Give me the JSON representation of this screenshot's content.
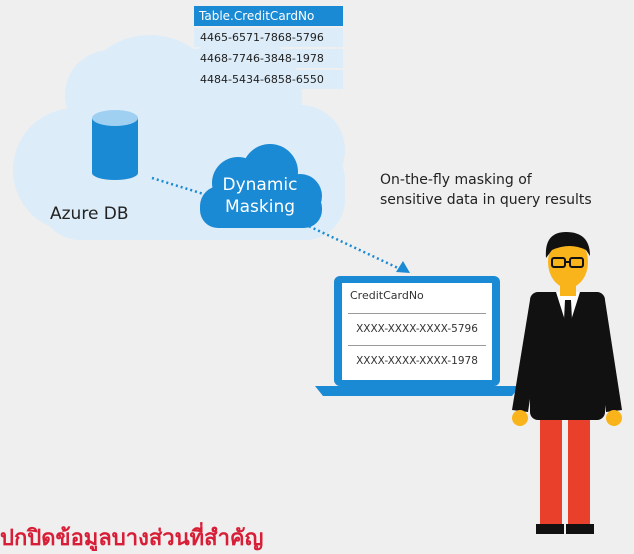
{
  "table": {
    "header": "Table.CreditCardNo",
    "rows": [
      "4465-6571-7868-5796",
      "4468-7746-3848-1978",
      "4484-5434-6858-6550"
    ]
  },
  "cloud": {
    "label": "Azure DB"
  },
  "masking": {
    "line1": "Dynamic",
    "line2": "Masking"
  },
  "note": {
    "line1": "On-the-fly masking of",
    "line2": "sensitive data in query results"
  },
  "laptop": {
    "header": "CreditCardNo",
    "rows": [
      "XXXX-XXXX-XXXX-5796",
      "XXXX-XXXX-XXXX-1978"
    ]
  },
  "title": "ปกปิดข้อมูลบางส่วนที่สำคัญ",
  "colors": {
    "accent": "#1a8ad4",
    "cloud": "#dcecf8",
    "title_red": "#d81d36",
    "jacket": "#111111",
    "pants": "#e8402a",
    "skin": "#f8b41a"
  },
  "icons": [
    "database-icon",
    "cloud-icon",
    "laptop-icon",
    "person-icon",
    "dotted-arrow-icon"
  ]
}
